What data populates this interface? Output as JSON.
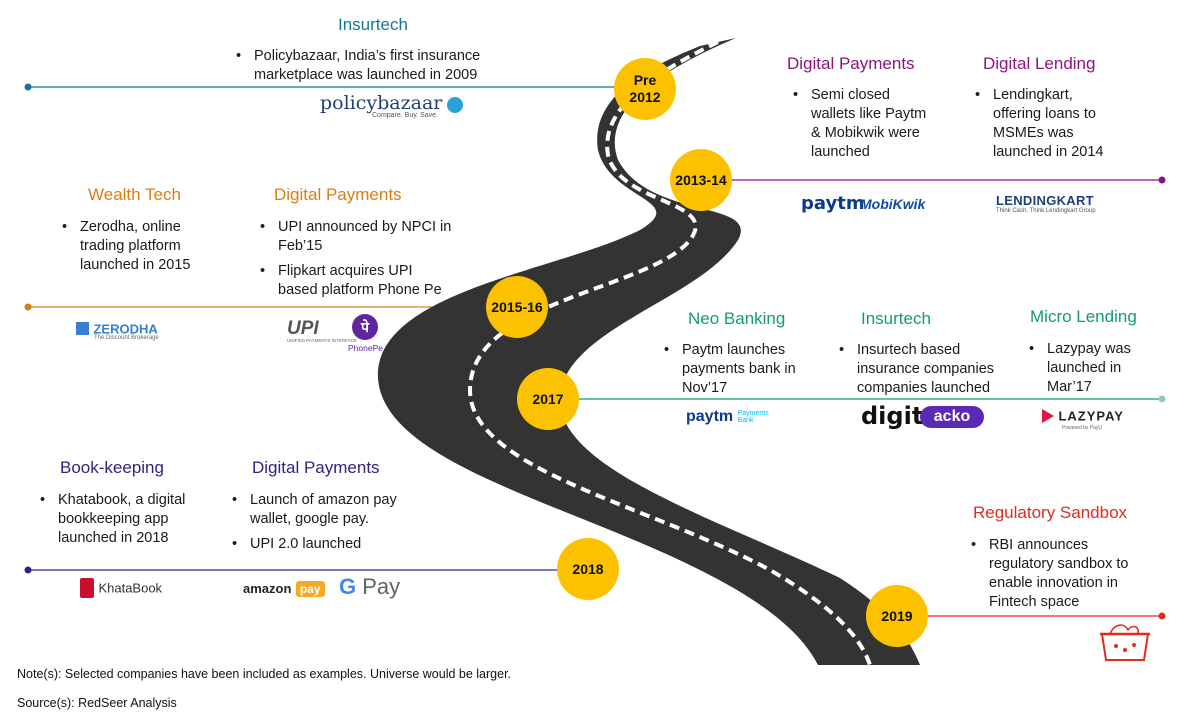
{
  "colors": {
    "teal": "#12789a",
    "purple": "#8c1480",
    "orange": "#e07b12",
    "green": "#139a7a",
    "navy": "#2c2680",
    "red": "#e02c1c",
    "milestone": "#fcc200",
    "road": "#333333"
  },
  "milestones": [
    {
      "label": "Pre\n2012"
    },
    {
      "label": "2013-14"
    },
    {
      "label": "2015-16"
    },
    {
      "label": "2017"
    },
    {
      "label": "2018"
    },
    {
      "label": "2019"
    }
  ],
  "sections": {
    "insurtech_top": {
      "title": "Insurtech",
      "bullets": [
        "Policybazaar, India’s first insurance marketplace was launched in 2009"
      ]
    },
    "digital_payments_top": {
      "title": "Digital Payments",
      "bullets": [
        "Semi closed wallets like Paytm & Mobikwik were launched"
      ]
    },
    "digital_lending": {
      "title": "Digital Lending",
      "bullets": [
        "Lendingkart, offering loans to MSMEs was launched in 2014"
      ]
    },
    "wealth_tech": {
      "title": "Wealth Tech",
      "bullets": [
        "Zerodha, online trading platform launched in 2015"
      ]
    },
    "digital_payments_mid": {
      "title": "Digital Payments",
      "bullets": [
        "UPI announced by NPCI in Feb’15",
        "Flipkart acquires UPI based platform Phone Pe"
      ]
    },
    "neo_banking": {
      "title": "Neo Banking",
      "bullets": [
        "Paytm launches payments bank in Nov’17"
      ]
    },
    "insurtech_mid": {
      "title": "Insurtech",
      "bullets": [
        "Insurtech based insurance companies companies launched"
      ]
    },
    "micro_lending": {
      "title": "Micro Lending",
      "bullets": [
        "Lazypay was launched in Mar’17"
      ]
    },
    "book_keeping": {
      "title": "Book-keeping",
      "bullets": [
        "Khatabook, a digital bookkeeping app launched in 2018"
      ]
    },
    "digital_payments_low": {
      "title": "Digital Payments",
      "bullets": [
        "Launch of amazon pay wallet, google pay.",
        "UPI 2.0 launched"
      ]
    },
    "regulatory_sandbox": {
      "title": "Regulatory Sandbox",
      "bullets": [
        "RBI announces regulatory sandbox to enable innovation in Fintech space"
      ]
    }
  },
  "logos": {
    "policybazaar": {
      "main": "policybazaar",
      "tag": "Compare. Buy. Save."
    },
    "paytm": "paytm",
    "mobikwik": "MobiKwik",
    "lendingkart": {
      "main": "LENDINGKART",
      "tag": "Think Cash, Think Lendingkart Group"
    },
    "zerodha": {
      "main": "ZERODHA",
      "tag": "The Discount Brokerage"
    },
    "upi": {
      "main": "UPI",
      "tag": "UNIFIED PAYMENTS INTERFACE"
    },
    "phonepe": {
      "glyph": "पे",
      "label": "PhonePe"
    },
    "paytm_bank": {
      "main": "paytm",
      "tag1": "Payments",
      "tag2": "Bank"
    },
    "digit": "digit",
    "acko": "acko",
    "lazypay": {
      "main": "LAZYPAY",
      "tag": "Powered by PayU"
    },
    "khatabook": "KhataBook",
    "amazonpay": {
      "main": "amazon",
      "pay": "pay"
    },
    "gpay": {
      "g": "G",
      "pay": "Pay"
    }
  },
  "footer": {
    "note": "Note(s): Selected companies have been included as examples. Universe would be larger.",
    "source": "Source(s): RedSeer Analysis"
  }
}
